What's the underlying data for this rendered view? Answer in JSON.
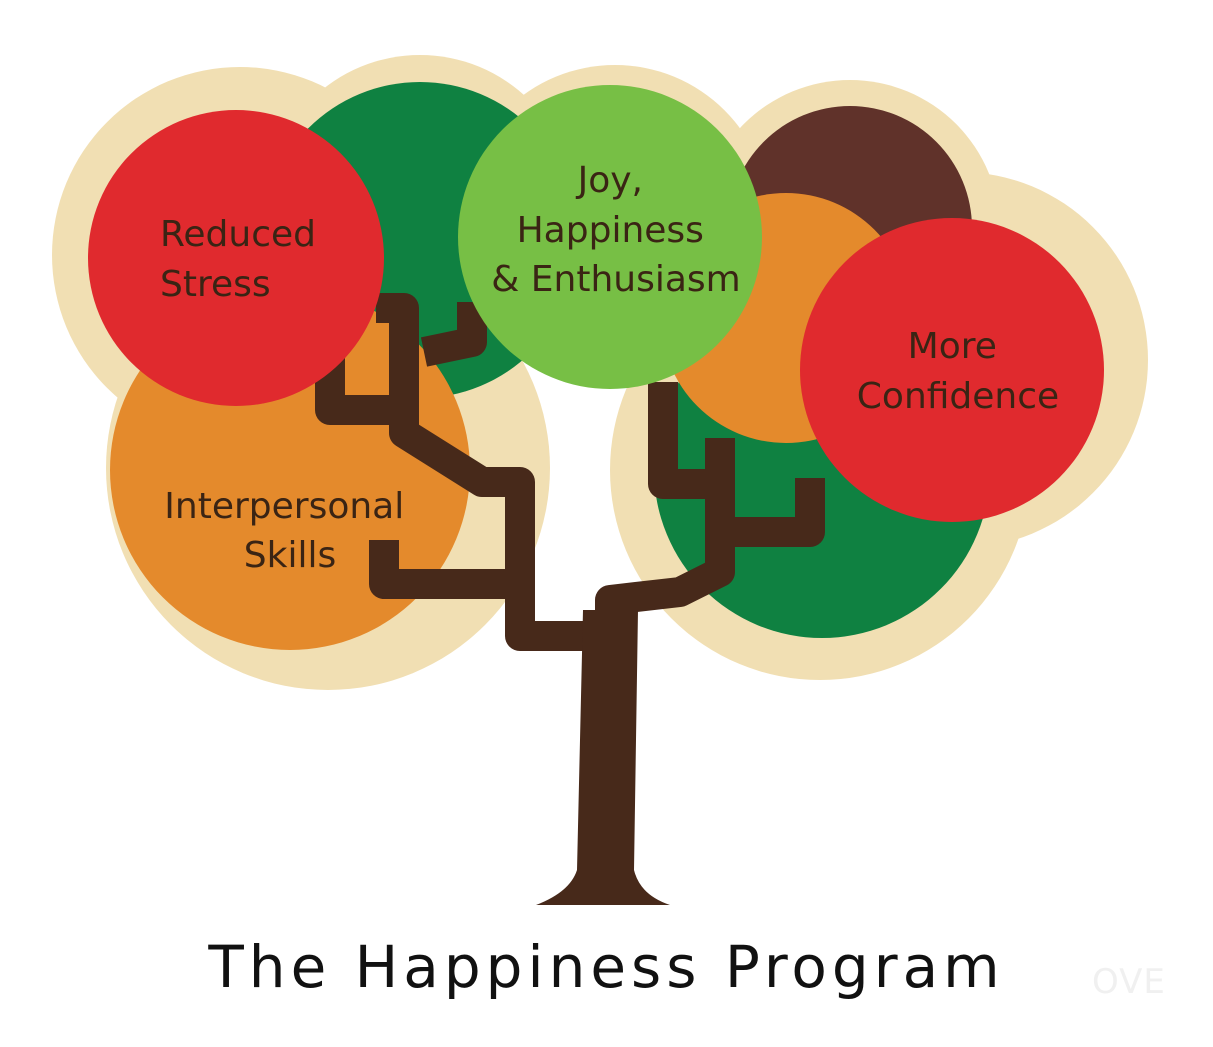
{
  "diagram": {
    "title": "The Happiness Program",
    "watermark": "OVE",
    "colors": {
      "halo": "#f1dfb3",
      "dark_green": "#0f8141",
      "light_green": "#77bf45",
      "red": "#e02a2e",
      "orange": "#e48a2c",
      "brown": "#60322a",
      "trunk": "#47291a"
    },
    "nodes": [
      {
        "id": "reduced-stress",
        "lines": [
          "Reduced",
          "Stress"
        ]
      },
      {
        "id": "joy",
        "lines": [
          "Joy,",
          "Happiness",
          "& Enthusiasm"
        ]
      },
      {
        "id": "more-confidence",
        "lines": [
          "More",
          "Confidence"
        ]
      },
      {
        "id": "interpersonal-skills",
        "lines": [
          "Interpersonal",
          "Skills"
        ]
      }
    ]
  }
}
